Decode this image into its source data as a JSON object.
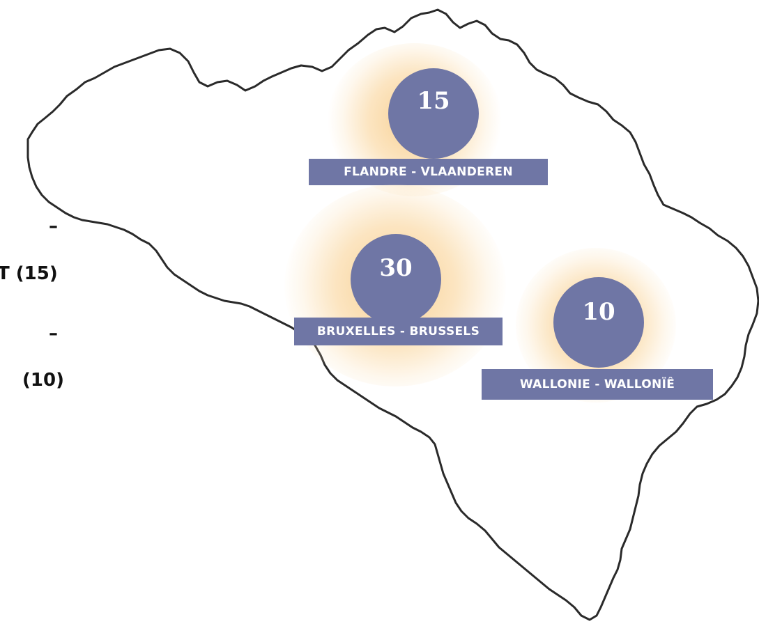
{
  "side_labels": {
    "line_a": "–",
    "line_b": "T (15)",
    "line_c": "–",
    "line_d": "(10)"
  },
  "regions": {
    "flandre": {
      "count": "15",
      "label": "FLANDRE - VLAANDEREN"
    },
    "bruxelles": {
      "count": "30",
      "label": "BRUXELLES - BRUSSELS"
    },
    "wallonie": {
      "count": "10",
      "label": "WALLONIE - WALLONÏÊ"
    }
  },
  "colors": {
    "bubble": "#6f76a5",
    "glow": "#f8cd8c",
    "outline": "#2a2a2a"
  }
}
